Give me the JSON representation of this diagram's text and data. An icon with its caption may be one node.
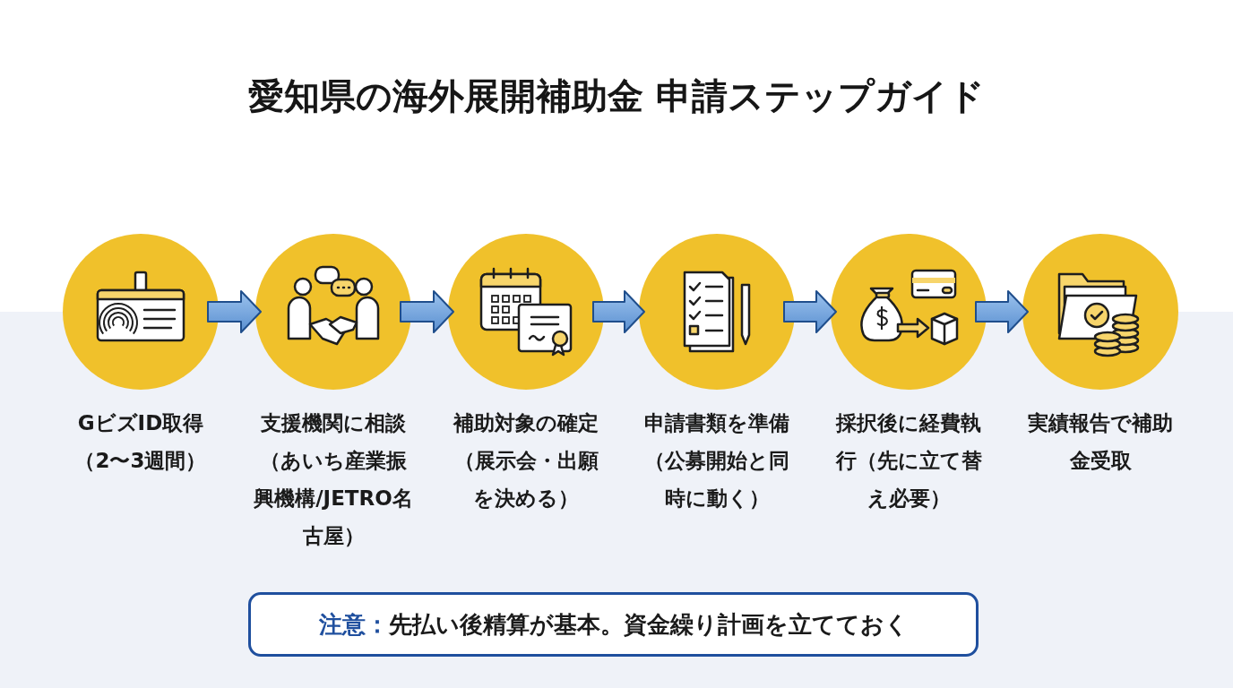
{
  "diagram": {
    "title": "愛知県の海外展開補助金 申請ステップガイド",
    "nodes": [
      {
        "text": [
          "GビズID取得（2〜3週間）"
        ]
      },
      {
        "text": [
          "支援機関に相談（あいち産業振興機構/JETRO名古屋）"
        ]
      },
      {
        "text": [
          "補助対象の確定（展示会・出願を決める）"
        ]
      },
      {
        "text": [
          "申請書類を準備（公募開始と同時に動く）"
        ]
      },
      {
        "text": [
          "採択後に経費執行（先に立て替え必要）"
        ]
      },
      {
        "text": [
          "実績報告で補助金受取"
        ]
      },
      {
        "text": [
          "注意：",
          "先払い後精算が基本。資金繰り計画を立てておく"
        ]
      }
    ],
    "edges": [
      {
        "from": 0,
        "to": 1,
        "arrow": "to"
      },
      {
        "from": 1,
        "to": 2,
        "arrow": "to"
      },
      {
        "from": 2,
        "to": 3,
        "arrow": "to"
      },
      {
        "from": 3,
        "to": 4,
        "arrow": "to"
      },
      {
        "from": 4,
        "to": 5,
        "arrow": "to"
      }
    ]
  }
}
